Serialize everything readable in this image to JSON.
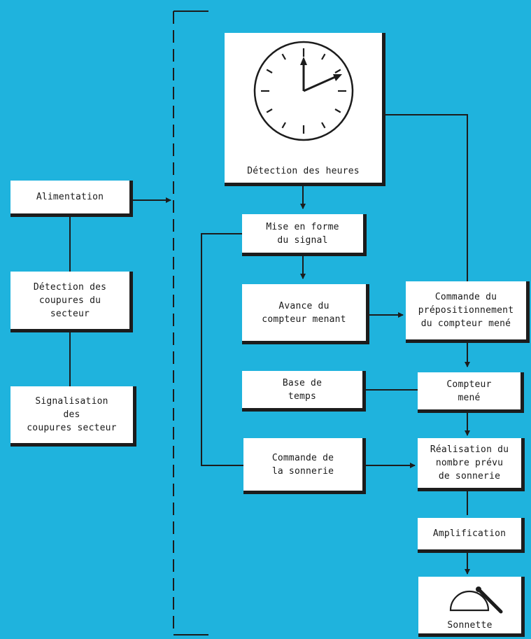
{
  "colors": {
    "background": "#1fb3dd",
    "line": "#1c1c1c",
    "box": "#ffffff"
  },
  "boxes": {
    "clock_caption": "Détection des heures",
    "alimentation": "Alimentation",
    "detection_coupures": "Détection des\ncoupures du\nsecteur",
    "signalisation_coupures": "Signalisation\ndes\ncoupures secteur",
    "mise_en_forme": "Mise en forme\ndu signal",
    "avance_compteur": "Avance du\ncompteur menant",
    "commande_prepositionnement": "Commande du\nprépositionnement\ndu compteur mené",
    "base_temps": "Base de\ntemps",
    "compteur_mene": "Compteur\nmené",
    "commande_sonnerie": "Commande de\nla sonnerie",
    "realisation": "Réalisation du\nnombre prévu\nde sonnerie",
    "amplification": "Amplification",
    "sonnette": "Sonnette"
  },
  "icons": {
    "clock": "clock-face-icon",
    "bell": "bell-icon"
  }
}
